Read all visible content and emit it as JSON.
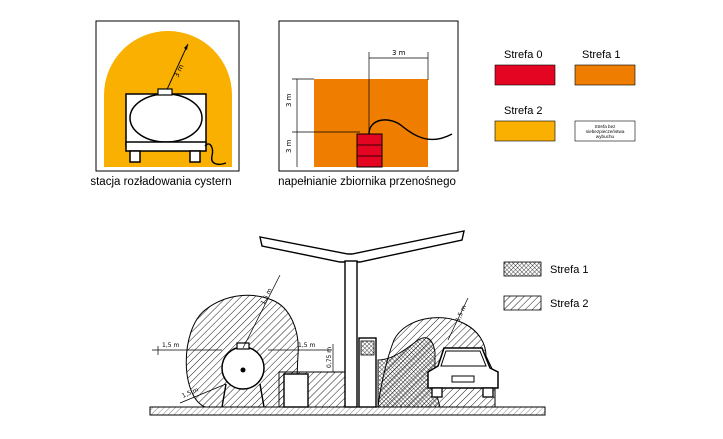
{
  "captions": {
    "tanker_station": "stacja rozładowania cystern",
    "portable_tank": "napełnianie zbiornika przenośnego"
  },
  "legend_top": {
    "zone0": "Strefa 0",
    "zone1": "Strefa 1",
    "zone2": "Strefa 2",
    "safe_line1": "Strefa bez",
    "safe_line2": "niebezpieczeństwa",
    "safe_line3": "wybuchu"
  },
  "legend_bottom": {
    "zone1": "Strefa 1",
    "zone2": "Strefa 2"
  },
  "dimensions": {
    "tanker_radius": "3 m",
    "tank_width": "3 m",
    "tank_height": "3 m",
    "left_horizontal": "1,5 m",
    "left_radius_top": "1,5 m",
    "left_radius_bottom": "1,5 m",
    "middle_horizontal": "1,5 m",
    "dispenser_height": "0,75 m",
    "car_radius": "1,5 m"
  },
  "colors": {
    "zone0": "#e30521",
    "zone1": "#ef7d00",
    "zone2": "#f9b000",
    "ground": "#777777"
  }
}
